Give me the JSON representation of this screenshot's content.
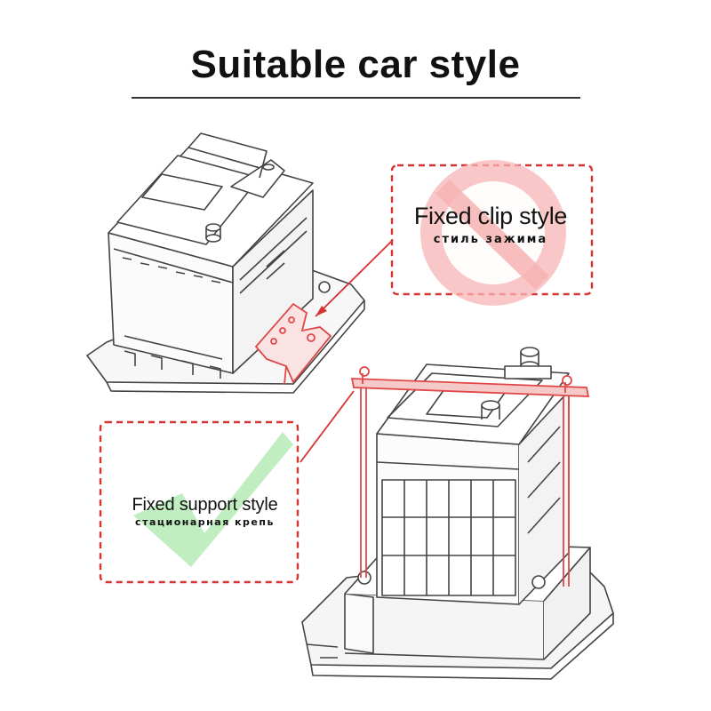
{
  "title": "Suitable car style",
  "clip_style": {
    "title": "Fixed clip style",
    "subtitle": "стиль зажима",
    "marker_icon": "prohibited-icon",
    "marker_color": "#f08a8a"
  },
  "support_style": {
    "title": "Fixed support style",
    "subtitle": "стационарная крепь",
    "marker_icon": "checkmark-icon",
    "marker_color": "#8ee08e"
  },
  "colors": {
    "callout_border": "#d63333",
    "drawing_line": "#444444",
    "highlight": "#e04848"
  }
}
